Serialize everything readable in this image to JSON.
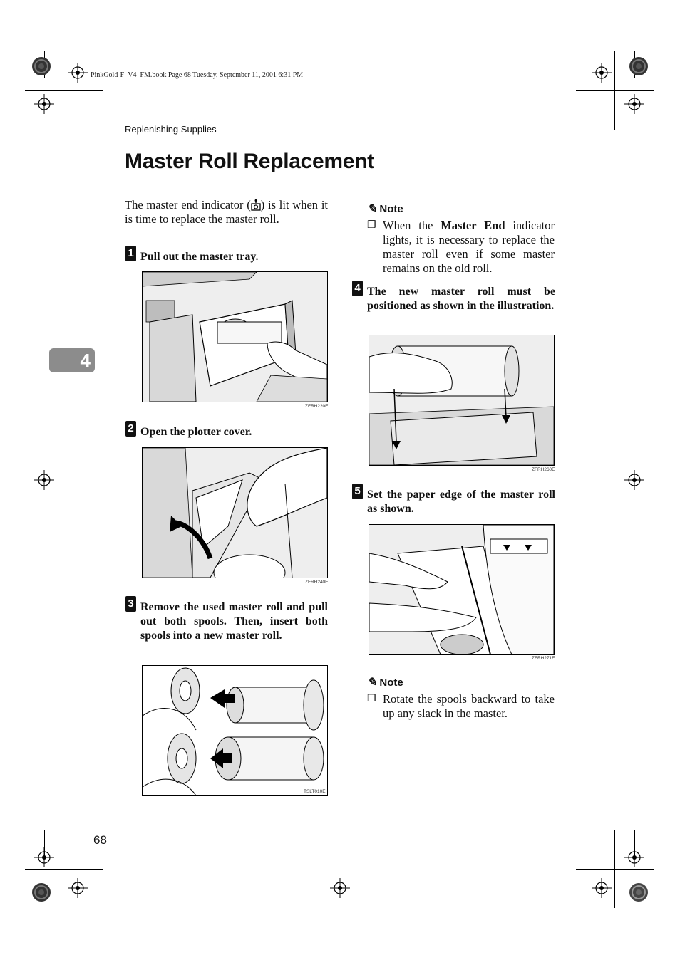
{
  "print_info": "PinkGold-F_V4_FM.book  Page 68  Tuesday, September 11, 2001  6:31 PM",
  "running_header": "Replenishing Supplies",
  "title": "Master Roll Replacement",
  "chapter_tab": "4",
  "intro": {
    "before": "The master end indicator (",
    "after": ") is lit when it is time to replace the master roll.",
    "icon": "master-end-indicator-icon"
  },
  "steps": [
    {
      "number": "1",
      "text": "Pull out the master tray.",
      "figure_code": "ZFRH220E"
    },
    {
      "number": "2",
      "text": "Open the plotter cover.",
      "figure_code": "ZFRH240E"
    },
    {
      "number": "3",
      "text": "Remove the used master roll and pull out both spools. Then, insert both spools into a new master roll.",
      "figure_code": "TSLT010E"
    },
    {
      "number": "4",
      "text": "The new master roll must be positioned as shown in the illustration.",
      "figure_code": "ZFRH260E"
    },
    {
      "number": "5",
      "text": "Set the paper edge of the master roll as shown.",
      "figure_code": "ZFRH271E"
    }
  ],
  "note1": {
    "heading": "Note",
    "pre": "When the ",
    "bold": "Master End",
    "post": " indicator lights, it is necessary to replace the master roll even if some master remains on the old roll."
  },
  "note2": {
    "heading": "Note",
    "text": "Rotate the spools backward to take up any slack in the master."
  },
  "page_number": "68",
  "icons": [
    "crop-mark-icon",
    "registration-target-icon",
    "color-bar-icon",
    "pencil-icon",
    "checkbox-icon"
  ]
}
